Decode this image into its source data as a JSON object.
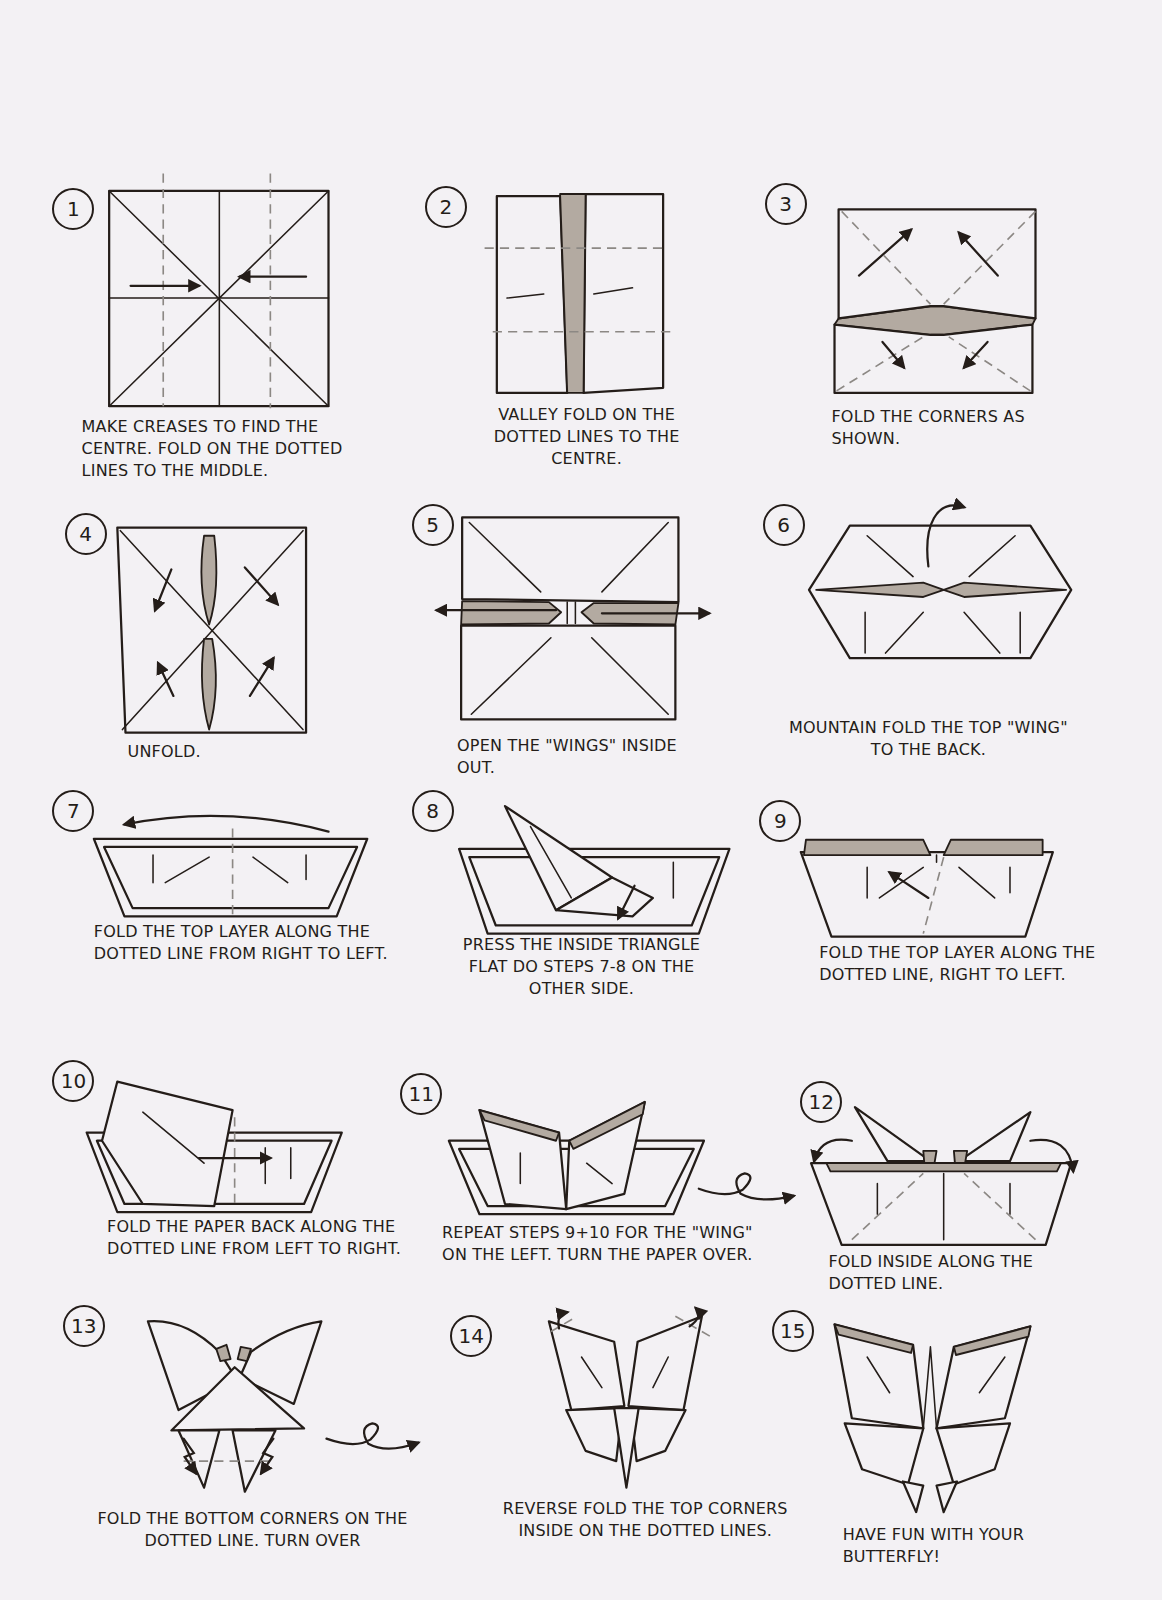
{
  "diagram": {
    "nodes": [
      {
        "text": [
          "1"
        ]
      },
      {
        "text": [
          "2"
        ]
      },
      {
        "text": [
          "3"
        ]
      },
      {
        "text": [
          "4"
        ]
      },
      {
        "text": [
          "5"
        ]
      },
      {
        "text": [
          "6"
        ]
      },
      {
        "text": [
          "7"
        ]
      },
      {
        "text": [
          "8"
        ]
      },
      {
        "text": [
          "9"
        ]
      },
      {
        "text": [
          "10"
        ]
      },
      {
        "text": [
          "11"
        ]
      },
      {
        "text": [
          "12"
        ]
      },
      {
        "text": [
          "13"
        ]
      },
      {
        "text": [
          "14"
        ]
      },
      {
        "text": [
          "15"
        ]
      }
    ],
    "labels": [
      "MAKE CREASES TO FIND THE CENTRE. FOLD ON THE DOTTED LINES TO THE MIDDLE.",
      "VALLEY FOLD ON THE DOTTED LINES TO THE CENTRE.",
      "FOLD THE CORNERS AS SHOWN.",
      "UNFOLD.",
      "OPEN THE \"WINGS\" INSIDE OUT.",
      "MOUNTAIN FOLD THE TOP \"WING\" TO THE BACK.",
      "FOLD THE TOP LAYER ALONG THE DOTTED LINE FROM RIGHT TO LEFT.",
      "PRESS THE INSIDE TRIANGLE FLAT DO STEPS 7-8 ON THE OTHER SIDE.",
      "FOLD THE TOP LAYER ALONG THE DOTTED LINE, RIGHT TO LEFT.",
      "FOLD THE PAPER BACK ALONG THE DOTTED LINE FROM LEFT TO RIGHT.",
      "REPEAT STEPS 9+10 FOR THE \"WING\" ON THE LEFT. TURN THE PAPER OVER.",
      "FOLD INSIDE ALONG THE DOTTED LINE.",
      "FOLD THE BOTTOM CORNERS ON THE DOTTED LINE. TURN OVER",
      "REVERSE FOLD THE TOP CORNERS INSIDE ON THE DOTTED LINES.",
      "HAVE FUN WITH YOUR BUTTERFLY!"
    ]
  }
}
